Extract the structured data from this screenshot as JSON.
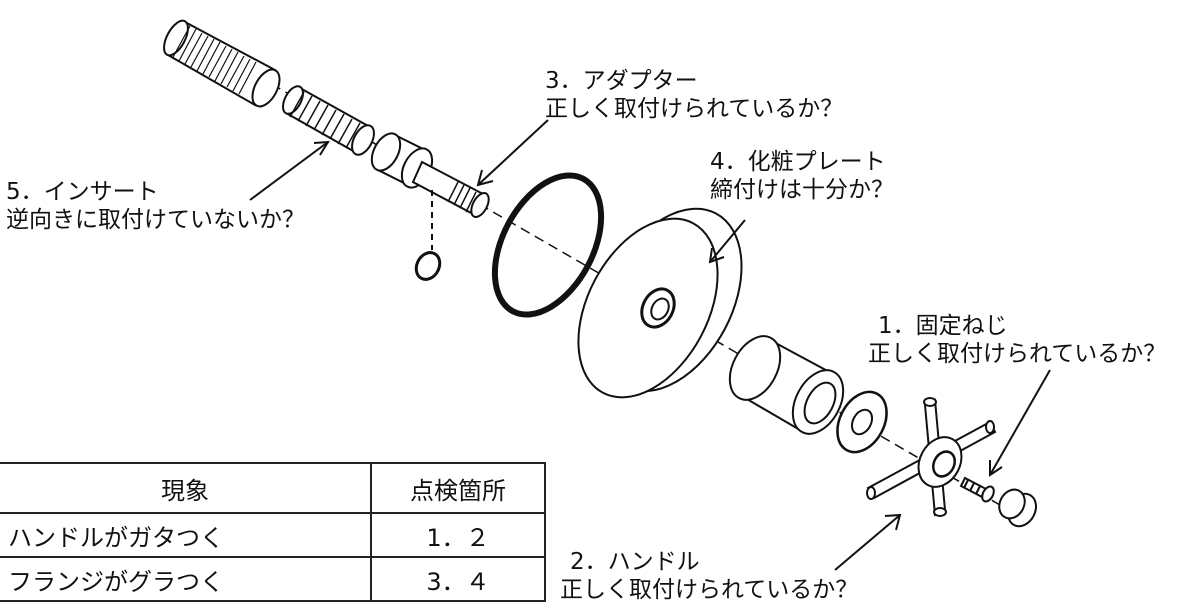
{
  "callouts": {
    "screw": {
      "title": "1．固定ねじ",
      "note": "正しく取付けられているか？"
    },
    "handle": {
      "title": "2．ハンドル",
      "note": "正しく取付けられているか？"
    },
    "adapter": {
      "title": "3．アダプター",
      "note": "正しく取付けられているか？"
    },
    "plate": {
      "title": "4．化粧プレート",
      "note": "締付けは十分か？"
    },
    "insert": {
      "title": "5．インサート",
      "note": "逆向きに取付けていないか？"
    }
  },
  "table": {
    "headers": [
      "現象",
      "点検箇所"
    ],
    "rows": [
      [
        "ハンドルがガタつく",
        "1．２"
      ],
      [
        "フランジがグラつく",
        "3．４"
      ]
    ]
  },
  "colors": {
    "line": "#111111",
    "background": "#ffffff"
  }
}
